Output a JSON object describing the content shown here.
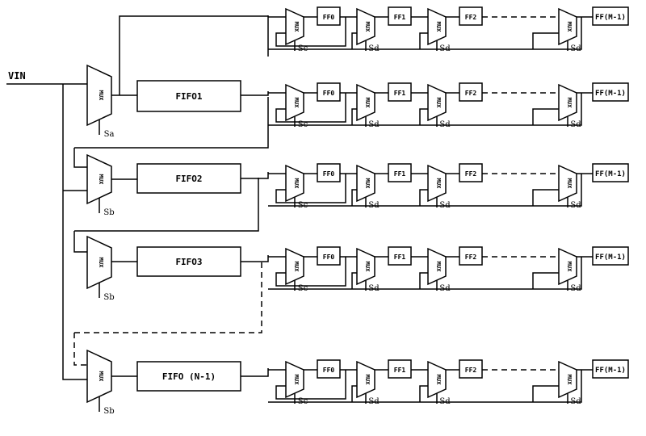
{
  "input_label": "VIN",
  "mux_text": "MUX",
  "ff_labels": [
    "FF0",
    "FF1",
    "FF2"
  ],
  "ff_last_label": "FF(M-1)",
  "rows": [
    {
      "fifo": "",
      "select": "Sa",
      "chain_selects": [
        "Sc",
        "Sd",
        "Sd",
        "Sd"
      ]
    },
    {
      "fifo": "FIFO1",
      "select": "",
      "chain_selects": [
        "Sc",
        "Sd",
        "Sd",
        "Sd"
      ]
    },
    {
      "fifo": "FIFO2",
      "select": "Sb",
      "chain_selects": [
        "Sc",
        "Sd",
        "Sd",
        "Sd"
      ]
    },
    {
      "fifo": "FIFO3",
      "select": "Sb",
      "chain_selects": [
        "Sc",
        "Sd",
        "Sd",
        "Sd"
      ]
    },
    {
      "fifo": "FIFO (N-1)",
      "select": "Sb",
      "chain_selects": [
        "Sc",
        "Sd",
        "Sd",
        "Sd"
      ]
    }
  ]
}
